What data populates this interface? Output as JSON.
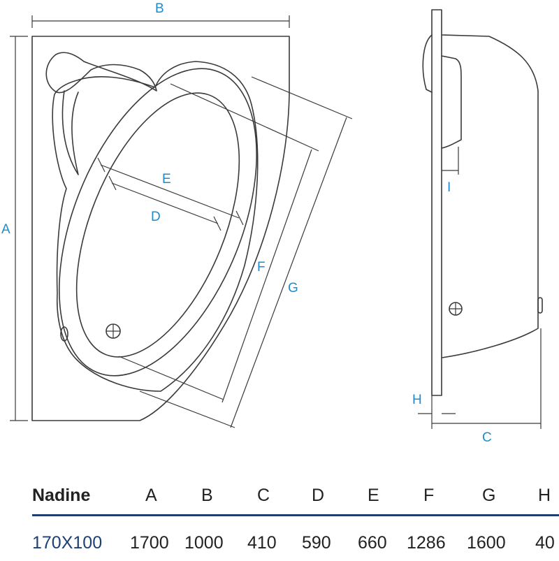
{
  "diagram": {
    "top_view_labels": {
      "A": "A",
      "B": "B",
      "D": "D",
      "E": "E",
      "F": "F",
      "G": "G"
    },
    "side_view_labels": {
      "C": "C",
      "H": "H",
      "I": "I"
    }
  },
  "table": {
    "model_name": "Nadine",
    "columns": [
      "A",
      "B",
      "C",
      "D",
      "E",
      "F",
      "G",
      "H"
    ],
    "size": "170X100",
    "values": [
      "1700",
      "1000",
      "410",
      "590",
      "660",
      "1286",
      "1600",
      "40"
    ]
  }
}
